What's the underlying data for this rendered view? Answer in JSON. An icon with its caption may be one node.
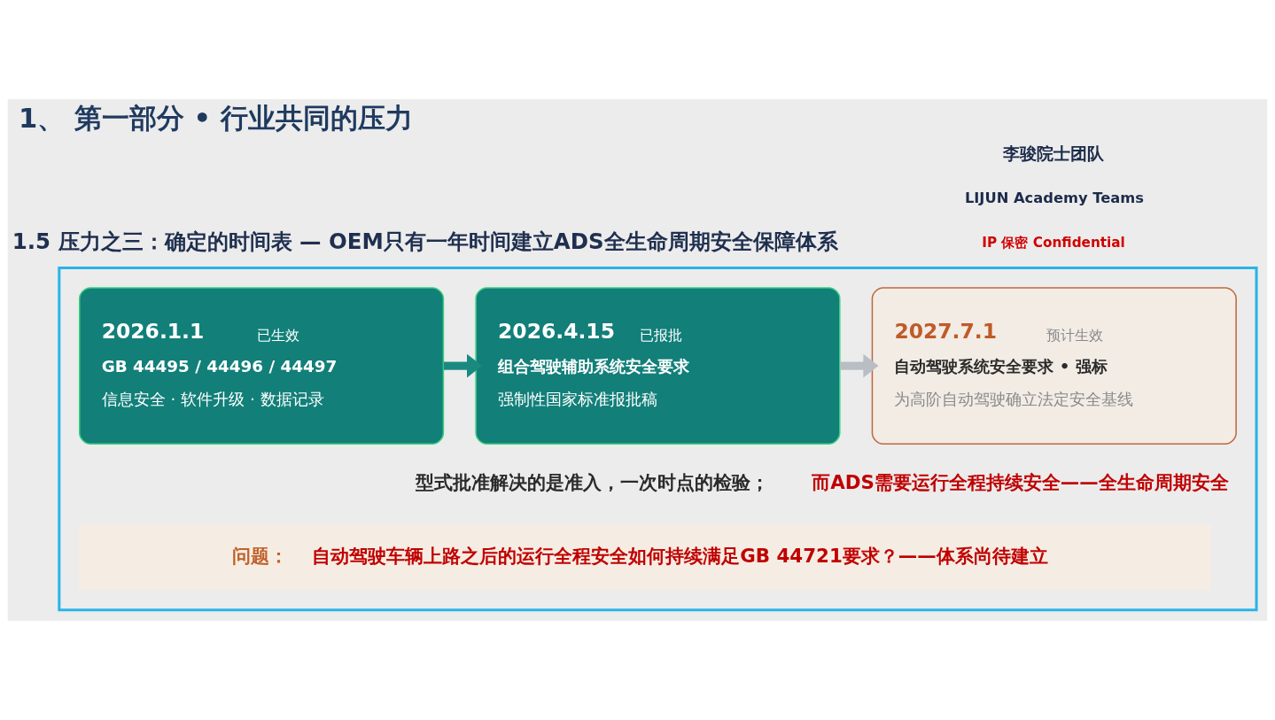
{
  "diagram": {
    "title": "1、 第一部分 • 行业共同的压力",
    "nodes": [
      {
        "text": [],
        "shape": "box"
      },
      {
        "text": [
          "2026.1.1",
          "已生效",
          "GB 44495 / 44496 / 44497",
          "信息安全 · 软件升级 · 数据记录"
        ],
        "in": 0
      },
      {
        "text": [
          "2026.4.15",
          "已报批",
          "组合驾驶辅助系统安全要求",
          "强制性国家标准报批稿"
        ],
        "in": 0
      },
      {
        "text": [
          "2027.7.1",
          "预计生效",
          "自动驾驶系统安全要求 • 强标",
          "为高阶自动驾驶确立法定安全基线"
        ],
        "in": 0
      },
      {
        "text": [
          "问题：",
          "自动驾驶车辆上路之后的运行全程安全如何持续满足GB 44721要求？——体系尚待建立"
        ],
        "in": 0
      }
    ],
    "edges": [
      {
        "from": 1,
        "to": 2,
        "arrow": "to",
        "color": "#1a8a80"
      },
      {
        "from": 2,
        "to": 3,
        "arrow": "to",
        "color": "#b8bec4"
      }
    ],
    "labels": [
      "李骏院士团队",
      "LIJUN Academy Teams",
      "IP 保密 Confidential",
      "1.5 压力之三：确定的时间表 — OEM只有一年时间建立ADS全生命周期安全保障体系",
      "型式批准解决的是准入，一次时点的检验；",
      "而ADS需要运行全程持续安全——全生命周期安全"
    ]
  }
}
